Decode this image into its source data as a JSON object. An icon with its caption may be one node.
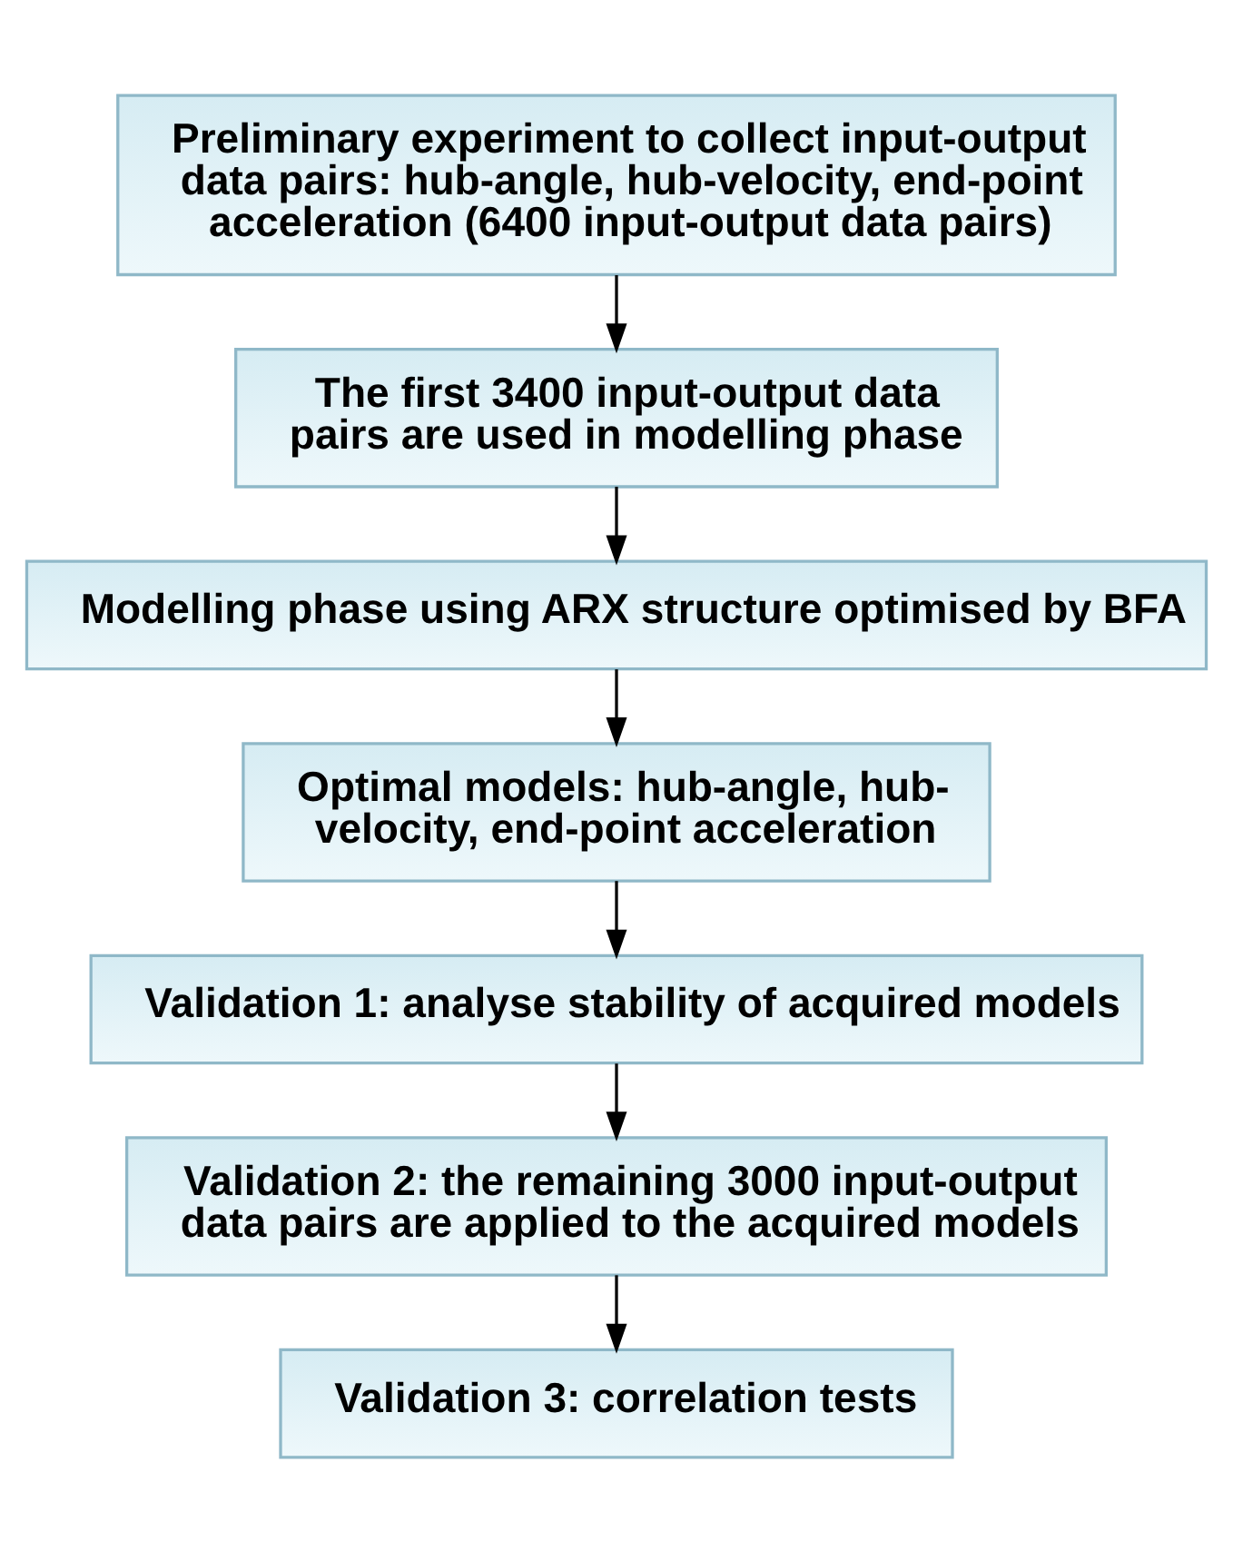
{
  "diagram": {
    "nodes": [
      {
        "text": [
          "Preliminary experiment to collect input-output data pairs: hub-angle, hub-velocity, end-point acceleration (6400 input-output data pairs)"
        ]
      },
      {
        "text": [
          "The first 3400 input-output data pairs are used in modelling phase"
        ]
      },
      {
        "text": [
          "Modelling phase using ARX structure optimised by BFA"
        ]
      },
      {
        "text": [
          "Optimal models: hub-angle, hub-velocity, end-point acceleration"
        ]
      },
      {
        "text": [
          "Validation 1: analyse stability of acquired models"
        ]
      },
      {
        "text": [
          "Validation 2: the remaining 3000 input-output data pairs are applied to the acquired models"
        ]
      },
      {
        "text": [
          "Validation 3: correlation tests"
        ]
      }
    ],
    "edges": [
      {
        "from": 0,
        "to": 1,
        "arrow": "to"
      },
      {
        "from": 1,
        "to": 2,
        "arrow": "to"
      },
      {
        "from": 2,
        "to": 3,
        "arrow": "to"
      },
      {
        "from": 3,
        "to": 4,
        "arrow": "to"
      },
      {
        "from": 4,
        "to": 5,
        "arrow": "to"
      },
      {
        "from": 5,
        "to": 6,
        "arrow": "to"
      }
    ]
  }
}
